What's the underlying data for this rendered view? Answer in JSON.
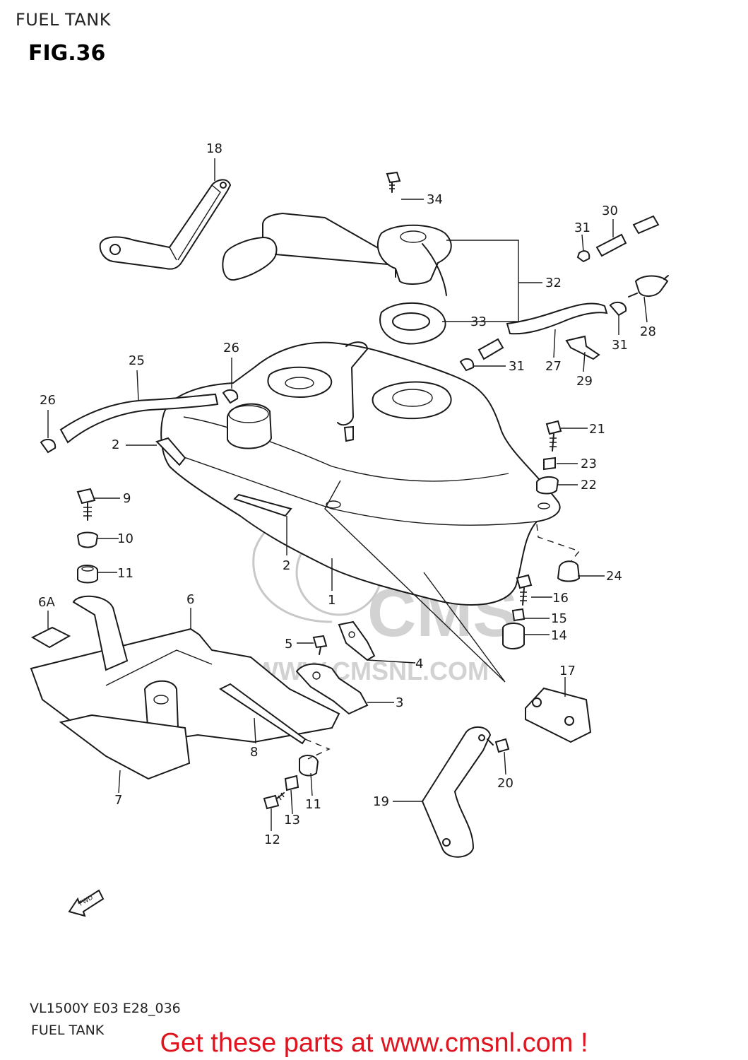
{
  "header": {
    "section_title": "FUEL TANK",
    "figure_label": "FIG.36"
  },
  "watermark": {
    "logo_text": "CMS",
    "url_text": "WWW.CMSNL.COM"
  },
  "direction_arrow": {
    "label": "FWD"
  },
  "callouts": {
    "c1": "1",
    "c2a": "2",
    "c2b": "2",
    "c3": "3",
    "c4": "4",
    "c5": "5",
    "c6": "6",
    "c6a": "6A",
    "c7": "7",
    "c8": "8",
    "c9": "9",
    "c10": "10",
    "c11a": "11",
    "c11b": "11",
    "c12": "12",
    "c13": "13",
    "c14": "14",
    "c15": "15",
    "c16": "16",
    "c17": "17",
    "c18": "18",
    "c19": "19",
    "c20": "20",
    "c21": "21",
    "c22": "22",
    "c23": "23",
    "c24": "24",
    "c25": "25",
    "c26a": "26",
    "c26b": "26",
    "c27": "27",
    "c28": "28",
    "c29": "29",
    "c30": "30",
    "c31a": "31",
    "c31b": "31",
    "c31c": "31",
    "c32": "32",
    "c33": "33",
    "c34": "34"
  },
  "footer": {
    "model_code": "VL1500Y E03 E28_036",
    "title": "FUEL TANK",
    "promo": "Get these parts at www.cmsnl.com !"
  },
  "colors": {
    "promo": "#e0141e",
    "line": "#1a1a1a",
    "watermark": "#c8c8c8"
  }
}
